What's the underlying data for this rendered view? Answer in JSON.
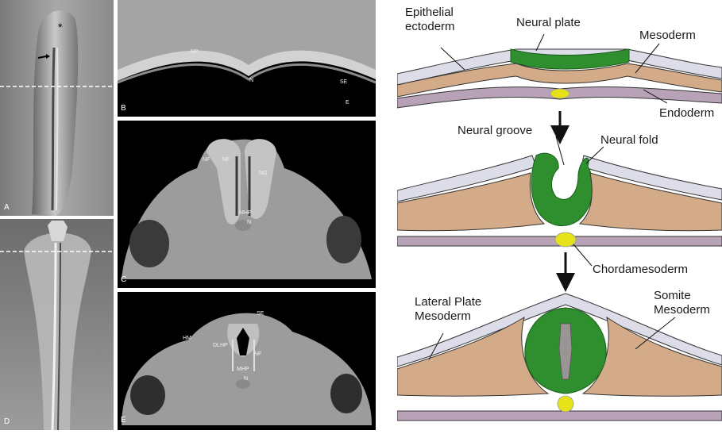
{
  "micrographs": {
    "panel_a": {
      "letter": "A",
      "marks": {
        "asterisk": "*"
      }
    },
    "panel_b": {
      "letter": "B",
      "labels": {
        "np": "NP",
        "n": "N",
        "se": "SE",
        "e": "E"
      }
    },
    "panel_c": {
      "letter": "C",
      "labels": {
        "nf_left": "NF",
        "nf_right": "NF",
        "ng": "NG",
        "mhp": "MHP",
        "n": "N"
      }
    },
    "panel_d": {
      "letter": "D"
    },
    "panel_e": {
      "letter": "E",
      "labels": {
        "se": "SE",
        "hm": "HM",
        "dlhp": "DLHP",
        "nf": "NF",
        "mhp": "MHP",
        "n": "N"
      }
    }
  },
  "diagram": {
    "labels": {
      "epithelial_ectoderm": "Epithelial\nectoderm",
      "neural_plate": "Neural plate",
      "mesoderm": "Mesoderm",
      "endoderm": "Endoderm",
      "neural_groove": "Neural groove",
      "neural_fold": "Neural fold",
      "chordamesoderm": "Chordamesoderm",
      "lateral_plate_mesoderm": "Lateral Plate\nMesoderm",
      "somite_mesoderm": "Somite\nMesoderm"
    },
    "colors": {
      "ectoderm": "#dcdde8",
      "neural": "#2f8f2f",
      "mesoderm": "#d3ab88",
      "endoderm": "#b8a2b8",
      "notochord": "#e6e21a",
      "lumen": "#9a9594"
    }
  }
}
